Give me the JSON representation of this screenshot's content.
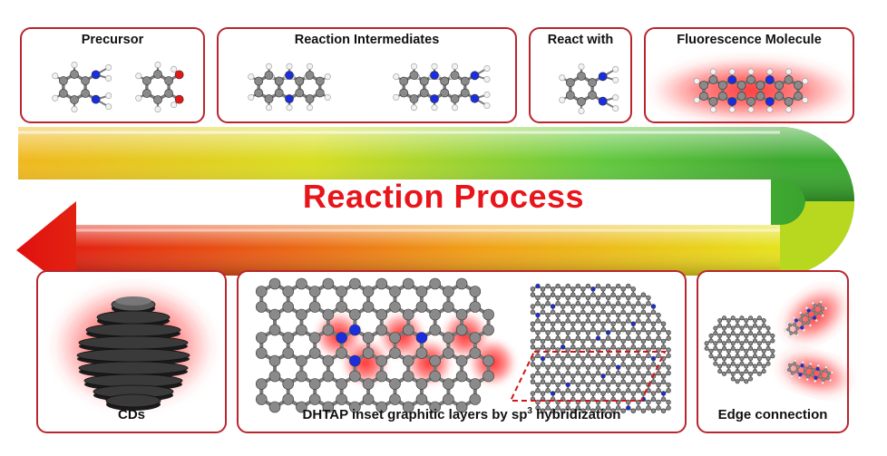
{
  "top_panels": {
    "precursor": "Precursor",
    "intermediates": "Reaction Intermediates",
    "react_with": "React with",
    "fluorescence": "Fluorescence Molecule"
  },
  "arrow": {
    "label": "Reaction Process",
    "gradient_colors": [
      "#f0c020",
      "#d8e020",
      "#5cc840",
      "#2f9a2a",
      "#e8e020",
      "#e01010"
    ]
  },
  "bottom_panels": {
    "cds": "CDs",
    "graphitic_prefix": "DHTAP inset graphitic layers by sp",
    "graphitic_sup": "3",
    "graphitic_suffix": " hybridization",
    "edge": "Edge connection"
  },
  "colors": {
    "panel_border": "#b8262e",
    "carbon": "#8a8a8a",
    "nitrogen": "#1a2ee0",
    "oxygen": "#e01818",
    "hydrogen": "#f2f2f2",
    "glow": "#ff2a2a",
    "title_red": "#e8151b"
  }
}
